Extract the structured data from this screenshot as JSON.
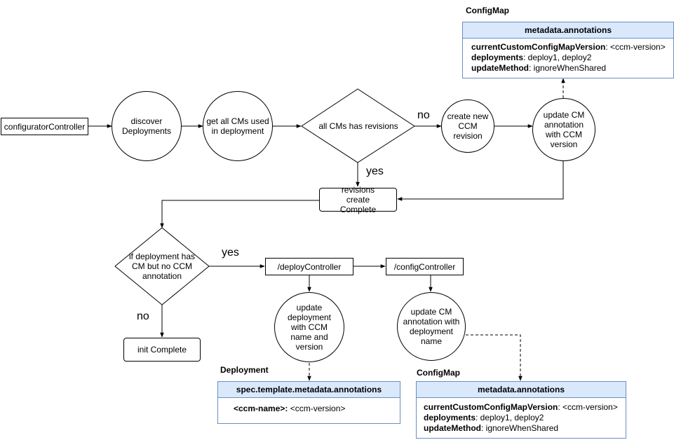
{
  "nodes": {
    "configurator_controller": "configuratorController",
    "discover_deployments": "discover Deployments",
    "get_all_cms": "get all CMs used in deployment",
    "all_cms_has_revisions": "all CMs has revisions",
    "create_new_ccm_revision": "create new CCM revision",
    "update_cm_annotation_ccm": "update CM annotation with CCM version",
    "revisions_create_complete": "revisions create Complete",
    "if_deployment_has_cm": "if deployment has CM but no CCM annotation",
    "deploy_controller": "/deployController",
    "config_controller": "/configController",
    "update_deployment": "update deployment with CCM name and version",
    "update_cm_annotation_deployment": "update CM annotation with deployment name",
    "init_complete": "init Complete"
  },
  "edge_labels": {
    "no_top": "no",
    "yes_top": "yes",
    "yes_mid": "yes",
    "no_bottom": "no"
  },
  "cards": {
    "configmap_top": {
      "title": "ConfigMap",
      "header": "metadata.annotations",
      "rows": [
        {
          "key": "currentCustomConfigMapVersion",
          "value": ": <ccm-version>"
        },
        {
          "key": "deployments",
          "value": ": deploy1, deploy2"
        },
        {
          "key": "updateMethod",
          "value": ": ignoreWhenShared"
        }
      ]
    },
    "deployment": {
      "title": "Deployment",
      "header": "spec.template.metadata.annotations",
      "rows": [
        {
          "key": "<ccm-name>:",
          "value": " <ccm-version>"
        }
      ]
    },
    "configmap_bottom": {
      "title": "ConfigMap",
      "header": "metadata.annotations",
      "rows": [
        {
          "key": "currentCustomConfigMapVersion",
          "value": ": <ccm-version>"
        },
        {
          "key": "deployments",
          "value": ": deploy1, deploy2"
        },
        {
          "key": "updateMethod",
          "value": ": ignoreWhenShared"
        }
      ]
    }
  }
}
